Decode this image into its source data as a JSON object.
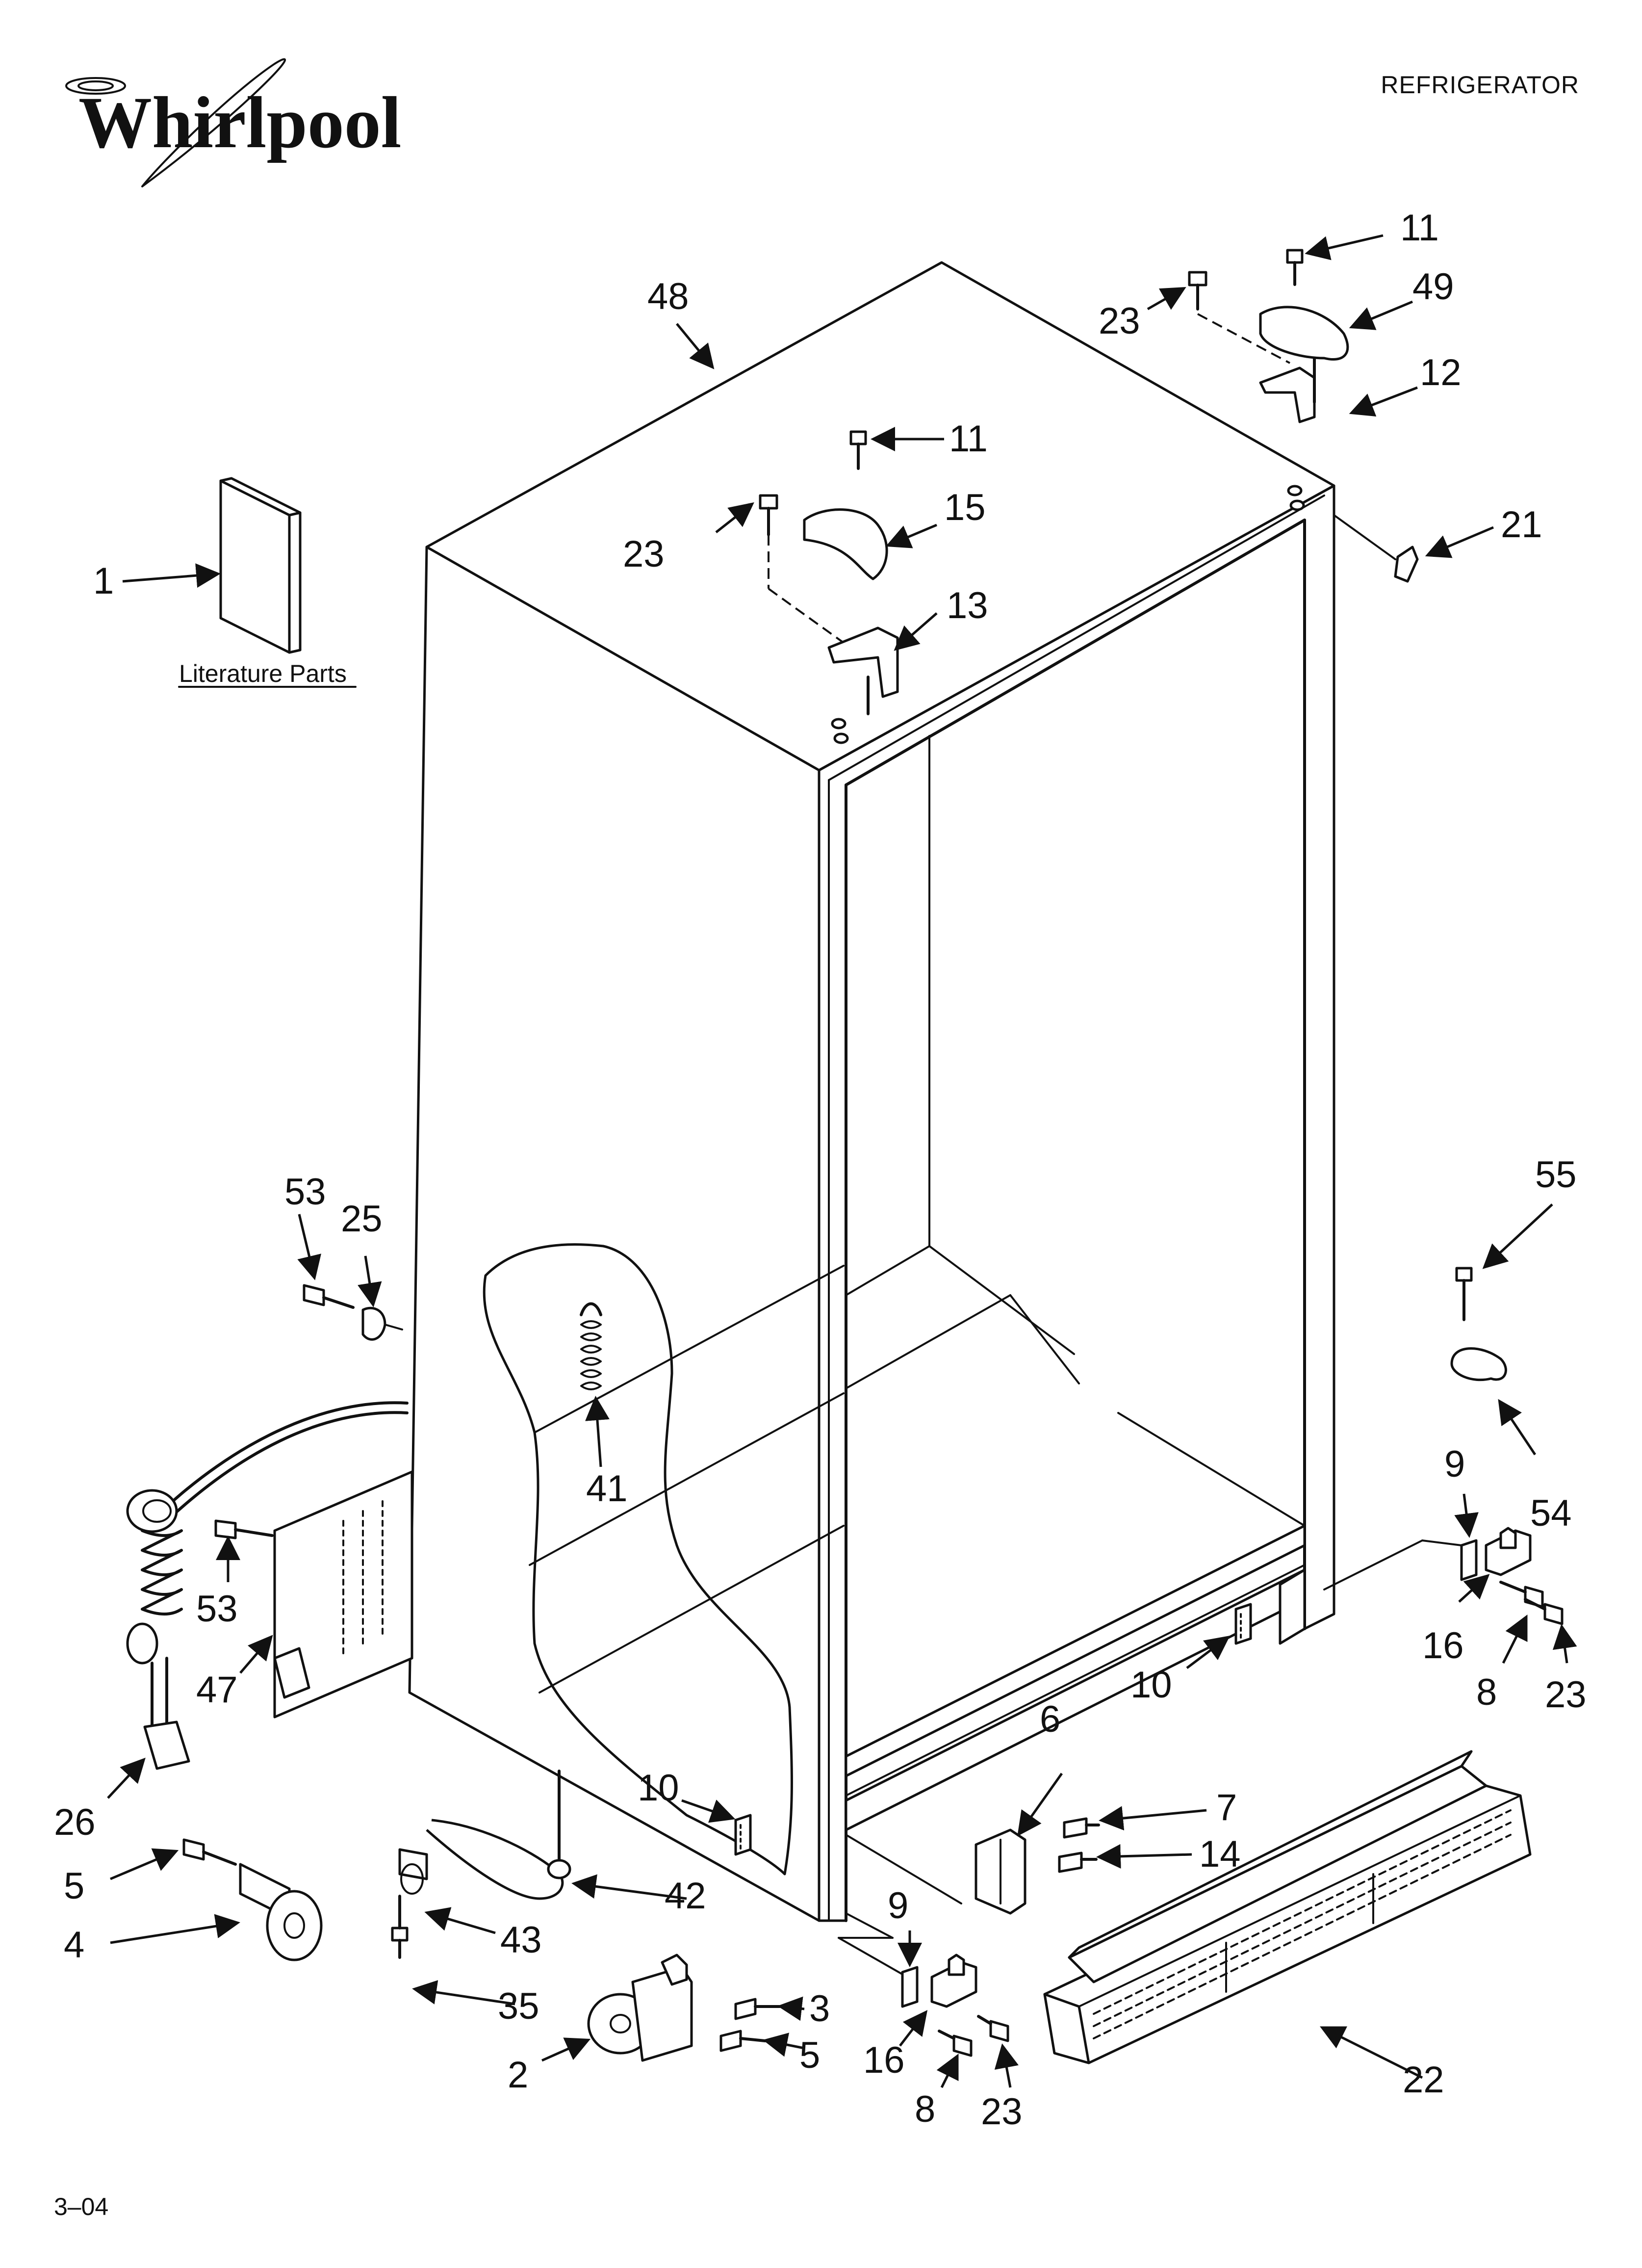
{
  "header": {
    "brand": "Whirlpool",
    "title": "REFRIGERATOR"
  },
  "literature": {
    "label": "Literature Parts"
  },
  "footer": {
    "page_code": "3–04"
  },
  "callouts": {
    "c1": "1",
    "c2": "2",
    "c3": "3",
    "c4": "4",
    "c5a": "5",
    "c5b": "5",
    "c6": "6",
    "c7": "7",
    "c8a": "8",
    "c8b": "8",
    "c9a": "9",
    "c9b": "9",
    "c10a": "10",
    "c10b": "10",
    "c11a": "11",
    "c11b": "11",
    "c12": "12",
    "c13": "13",
    "c14": "14",
    "c15": "15",
    "c16a": "16",
    "c16b": "16",
    "c21": "21",
    "c22": "22",
    "c23a": "23",
    "c23b": "23",
    "c23c": "23",
    "c23d": "23",
    "c25": "25",
    "c26": "26",
    "c35": "35",
    "c41": "41",
    "c42": "42",
    "c43": "43",
    "c47": "47",
    "c48": "48",
    "c49": "49",
    "c53a": "53",
    "c53b": "53",
    "c54": "54",
    "c55": "55"
  }
}
